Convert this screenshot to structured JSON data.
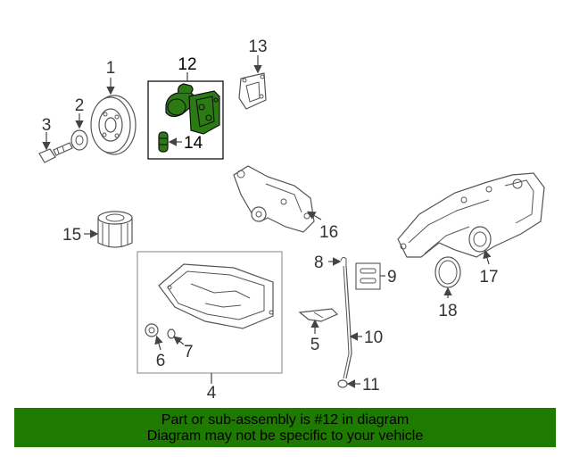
{
  "diagram": {
    "callouts": {
      "p1": "1",
      "p2": "2",
      "p3": "3",
      "p4": "4",
      "p5": "5",
      "p6": "6",
      "p7": "7",
      "p8": "8",
      "p9": "9",
      "p10": "10",
      "p11": "11",
      "p12": "12",
      "p13": "13",
      "p14": "14",
      "p15": "15",
      "p16": "16",
      "p17": "17",
      "p18": "18"
    },
    "highlight_color": "#2b7a14",
    "icons": [
      "crankshaft-pulley-icon",
      "oil-pump-icon",
      "oil-filter-icon",
      "oil-pan-icon",
      "exhaust-manifold-icon",
      "dipstick-icon"
    ]
  },
  "footer": {
    "line1": "Part or sub-assembly is #12 in diagram",
    "line2": "Diagram may not be specific to your vehicle",
    "background": "#1f7a00"
  }
}
